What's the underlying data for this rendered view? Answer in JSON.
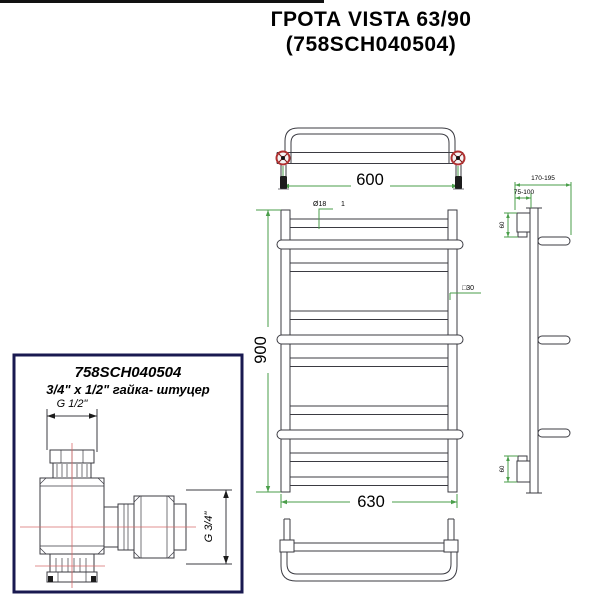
{
  "title": {
    "line1": "ГРОТА VISTA 63/90",
    "line2": "(758SCH040504)"
  },
  "top_view": {
    "width": "600"
  },
  "front_view": {
    "height": "900",
    "width": "630",
    "tube_label": "Ø18",
    "tube_note": "1",
    "profile_label": "□30"
  },
  "side_view": {
    "depth_total": "170-195",
    "depth_wall": "75-100",
    "bracket_top": "60",
    "bracket_bottom": "60"
  },
  "detail": {
    "code": "758SCH040504",
    "name": "3/4\" x 1/2\" гайка- штуцер",
    "thread_top": "G 1/2\"",
    "thread_side": "G 3/4\""
  },
  "colors": {
    "drawing_line": "#3b3b42",
    "dimension_green": "#4a9e4a",
    "centerline_red": "#d96b6b",
    "fitting_red": "#b03030",
    "detail_border_navy": "#191950",
    "text": "#000000"
  }
}
